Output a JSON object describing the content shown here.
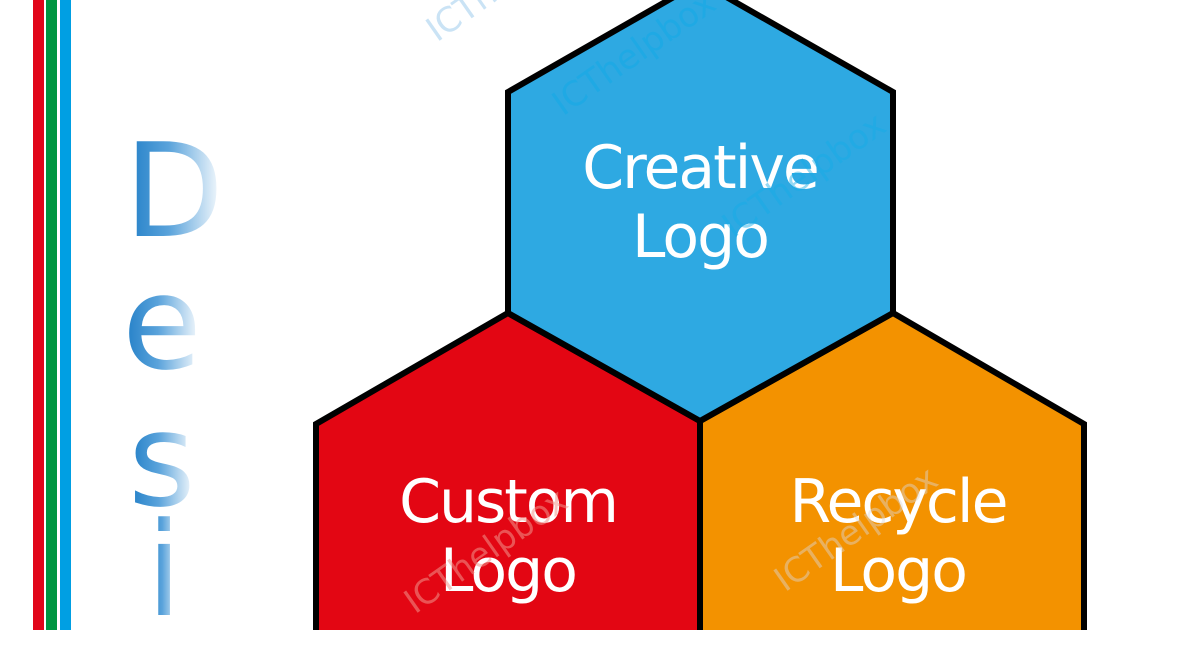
{
  "side_title": {
    "letters": [
      "D",
      "e",
      "s",
      "i"
    ],
    "gradient": [
      "#1f7dc6",
      "#ffffff"
    ]
  },
  "stripes": [
    {
      "name": "red",
      "color": "#e1061a"
    },
    {
      "name": "green",
      "color": "#009640"
    },
    {
      "name": "blue",
      "color": "#009fe3"
    }
  ],
  "hexagons": [
    {
      "id": "creative",
      "line1": "Creative",
      "line2": "Logo",
      "color": "#2ea9e2"
    },
    {
      "id": "custom",
      "line1": "Custom",
      "line2": "Logo",
      "color": "#e30613"
    },
    {
      "id": "recycle",
      "line1": "Recycle",
      "line2": "Logo",
      "color": "#f39200"
    }
  ],
  "watermark": {
    "text": "ICThelpbox"
  }
}
